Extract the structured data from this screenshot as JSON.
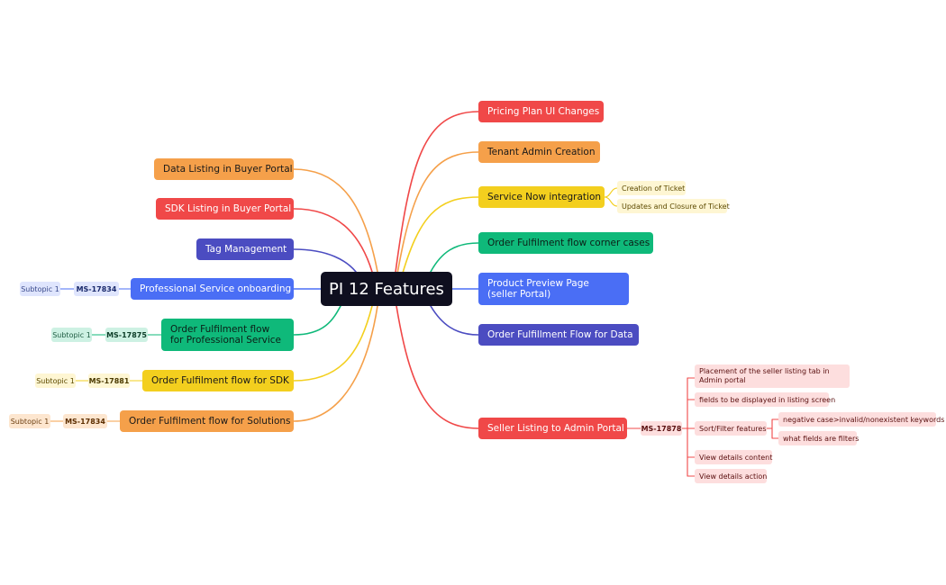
{
  "central": "PI 12 Features",
  "colors": {
    "red": "#f04848",
    "orange": "#f5a04a",
    "yellow": "#f3cf1e",
    "green": "#0fb97a",
    "blue": "#4a6ef5",
    "indigo": "#4b4cc1",
    "red_light": "#fddede",
    "yellow_light": "#fef6d3",
    "orange_light": "#fde6cf",
    "blue_light": "#dfe5fd",
    "green_light": "#cdf1e3"
  },
  "right": {
    "pricing_plan": "Pricing Plan UI Changes",
    "tenant_admin": "Tenant Admin Creation",
    "service_now": "Service Now integration",
    "service_now_subs": [
      "Creation of Ticket",
      "Updates and Closure of Ticket"
    ],
    "order_corner": "Order Fulfilment flow corner cases",
    "product_preview": "Product Preview Page (seller Portal)",
    "order_data": "Order Fulfillment Flow for Data",
    "seller_listing": "Seller Listing to Admin Portal",
    "seller_ms": "MS-17878",
    "seller_subs": {
      "placement": "Placement of the seller listing tab in Admin portal",
      "fields": "fields to be displayed in listing screen",
      "sort_filter": "Sort/Filter features",
      "negative": "negative case>invalid/nonexistent keywords",
      "what_fields": "what fields are filters",
      "view_content": "View details content",
      "view_action": "View details action"
    }
  },
  "left": {
    "data_listing": "Data Listing in Buyer Portal",
    "sdk_listing": "SDK Listing in Buyer Portal",
    "tag_mgmt": "Tag Management",
    "prof_onboarding": "Professional Service onboarding",
    "prof_onboarding_ms": "MS-17834",
    "prof_onboarding_sub": "Subtopic 1",
    "order_prof": "Order Fulfilment flow for Professional Service",
    "order_prof_ms": "MS-17875",
    "order_prof_sub": "Subtopic 1",
    "order_sdk": "Order Fulfilment flow for SDK",
    "order_sdk_ms": "MS-17881",
    "order_sdk_sub": "Subtopic 1",
    "order_solutions": "Order Fulfilment flow for Solutions",
    "order_solutions_ms": "MS-17834",
    "order_solutions_sub": "Subtopic 1"
  }
}
